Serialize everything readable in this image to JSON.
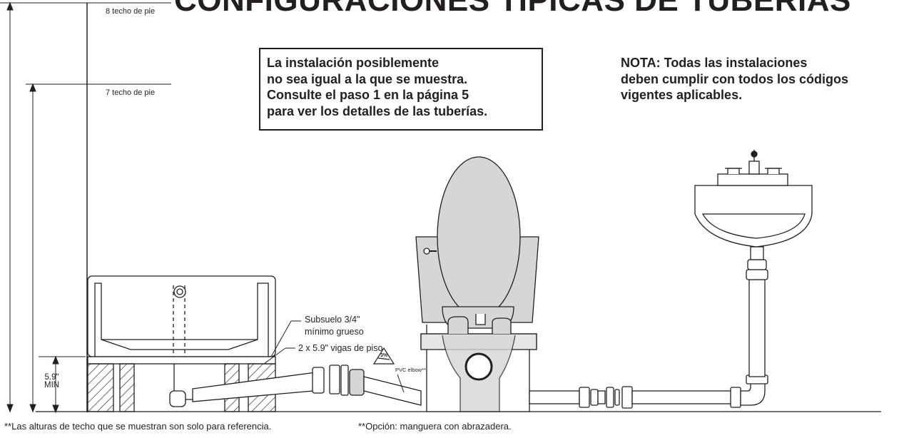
{
  "title": "CONFIGURACIONES TÍPICAS DE TUBERÍAS",
  "note_box": {
    "lines": [
      "La instalación posiblemente",
      "no sea igual a la que se muestra.",
      "Consulte el paso 1 en la página 5",
      "para ver los detalles de las tuberías."
    ]
  },
  "nota": {
    "lines": [
      "NOTA: Todas las instalaciones",
      "deben cumplir con todos los códigos",
      "vigentes aplicables."
    ]
  },
  "ceiling": {
    "eight_ft": "8 techo de pie",
    "seven_ft": "7 techo de pie"
  },
  "min_height": {
    "value": "5.9\"",
    "unit": "MIN"
  },
  "callouts": {
    "subfloor_line1": "Subsuelo  3/4\"",
    "subfloor_line2": "mínimo grueso",
    "joists": "2 x 5.9\" vigas de piso",
    "slope": "3%",
    "pvc_elbow": "PVC elbow**"
  },
  "footer": {
    "ceiling_note": "**Las alturas de techo que se muestran son solo para referencia.",
    "option_note": "**Opción: manguera con abrazadera."
  },
  "colors": {
    "line": "#231f20",
    "fixture_gray": "#d6d6d6",
    "dark_gray": "#a9a9a9"
  }
}
